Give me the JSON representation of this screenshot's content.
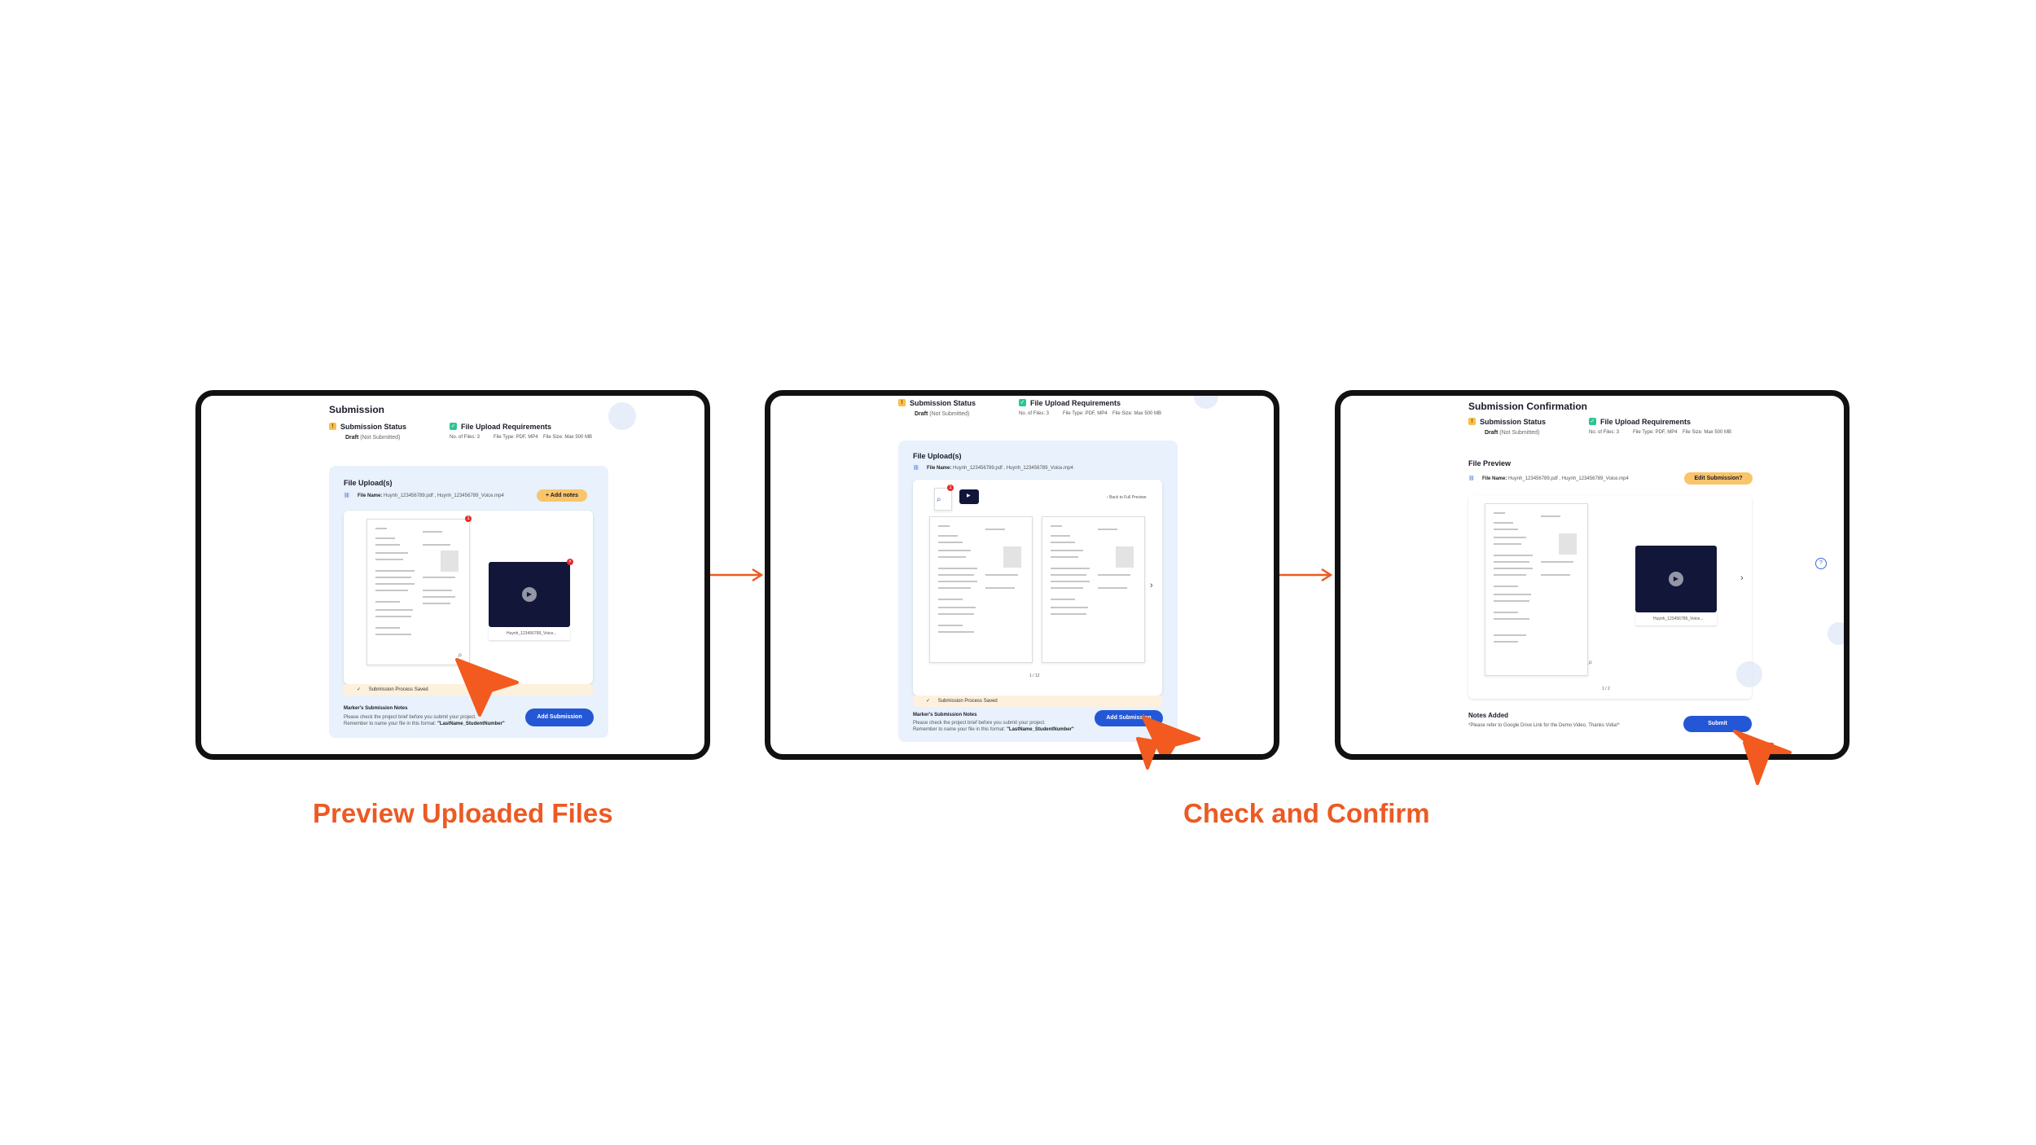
{
  "colors": {
    "accent": "#ec5a24",
    "primary": "#2457d6",
    "panel": "#e8f1fc",
    "warning": "#f6c04a",
    "success": "#2cc58e",
    "notice": "#f9c46a"
  },
  "screen1": {
    "title": "Submission",
    "status_label": "Submission Status",
    "status_value": "Draft",
    "status_note": "(Not Submitted)",
    "req_label": "File Upload Requirements",
    "req_files": "No. of Files: 3",
    "req_type": "File Type: PDF, MP4",
    "req_size": "File Size: Max 500 MB",
    "upload_title": "File Upload(s)",
    "file_name_label": "File Name:",
    "file_names": "Huynh_123456789.pdf , Huynh_123456789_Voice.mp4",
    "add_notes": "+ Add notes",
    "video_name": "Huynh_123456789_Voice...",
    "badge_count": "1",
    "saved": "Submission Process Saved",
    "marker_title": "Marker's Submission Notes",
    "marker_line1": "Please check the project brief before you submit your project.",
    "marker_line2": "Remember to name your file in this format:",
    "marker_format": "\"LastName_StudentNumber\"",
    "add_submission": "Add Submission"
  },
  "screen2": {
    "status_label": "Submission Status",
    "status_value": "Draft",
    "status_note": "(Not Submitted)",
    "req_label": "File Upload Requirements",
    "req_files": "No. of Files: 3",
    "req_type": "File Type: PDF, MP4",
    "req_size": "File Size: Max 500 MB",
    "upload_title": "File Upload(s)",
    "file_name_label": "File Name:",
    "file_names": "Huynh_123456789.pdf , Huynh_123456789_Voice.mp4",
    "back_link": "Back to Full Preview",
    "page_indicator": "1 / 12",
    "badge_count": "1",
    "saved": "Submission Process Saved",
    "marker_title": "Marker's Submission Notes",
    "marker_line1": "Please check the project brief before you submit your project.",
    "marker_line2": "Remember to name your file in this format:",
    "marker_format": "\"LastName_StudentNumber\"",
    "add_submission": "Add Submission"
  },
  "screen3": {
    "title": "Submission Confirmation",
    "status_label": "Submission Status",
    "status_value": "Draft",
    "status_note": "(Not Submitted)",
    "req_label": "File Upload Requirements",
    "req_files": "No. of Files: 3",
    "req_type": "File Type: PDF, MP4",
    "req_size": "File Size: Max 500 MB",
    "preview_title": "File Preview",
    "file_name_label": "File Name:",
    "file_names": "Huynh_123456789.pdf , Huynh_123456789_Voice.mp4",
    "edit_button": "Edit Submission?",
    "video_name": "Huynh_123456789_Voice...",
    "page_indicator": "1 / 2",
    "notes_title": "Notes Added",
    "notes_text": "*Please refer to Google Drive Link for the Demo Video. Thanks Vidia!*",
    "submit": "Submit"
  },
  "captions": {
    "left": "Preview Uploaded Files",
    "right": "Check and Confirm"
  },
  "icons": [
    "link-icon",
    "play-icon",
    "zoom-icon",
    "chevron-right-icon",
    "chevron-left-icon",
    "check-icon",
    "cursor-arrow-icon",
    "flow-arrow-icon",
    "help-icon"
  ]
}
